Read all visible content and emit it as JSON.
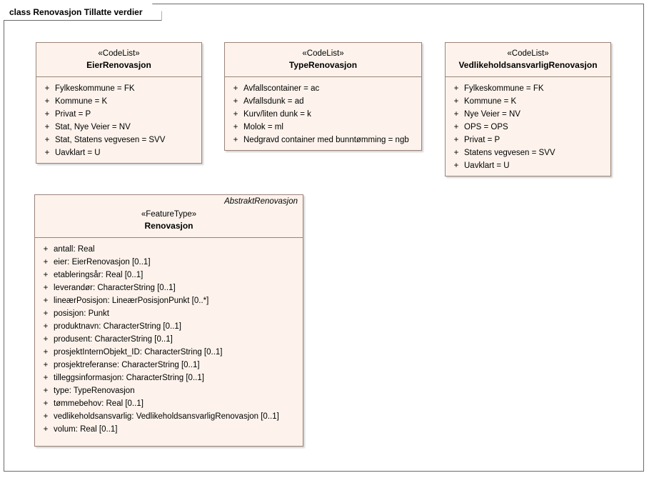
{
  "diagram": {
    "frame_title": "class Renovasjon Tillatte verdier"
  },
  "classes": [
    {
      "id": "eier-renovasjon",
      "stereotype": "«CodeList»",
      "name": "EierRenovasjon",
      "abstract_label": "",
      "attributes": [
        {
          "visibility": "+",
          "text": "Fylkeskommune = FK"
        },
        {
          "visibility": "+",
          "text": "Kommune = K"
        },
        {
          "visibility": "+",
          "text": "Privat = P"
        },
        {
          "visibility": "+",
          "text": "Stat, Nye Veier = NV"
        },
        {
          "visibility": "+",
          "text": "Stat, Statens vegvesen = SVV"
        },
        {
          "visibility": "+",
          "text": "Uavklart = U"
        }
      ]
    },
    {
      "id": "type-renovasjon",
      "stereotype": "«CodeList»",
      "name": "TypeRenovasjon",
      "abstract_label": "",
      "attributes": [
        {
          "visibility": "+",
          "text": "Avfallscontainer = ac"
        },
        {
          "visibility": "+",
          "text": "Avfallsdunk = ad"
        },
        {
          "visibility": "+",
          "text": "Kurv/liten dunk = k"
        },
        {
          "visibility": "+",
          "text": "Molok = ml"
        },
        {
          "visibility": "+",
          "text": "Nedgravd container med bunntømming = ngb"
        }
      ]
    },
    {
      "id": "vedlikeholdsansvarlig-renovasjon",
      "stereotype": "«CodeList»",
      "name": "VedlikeholdsansvarligRenovasjon",
      "abstract_label": "",
      "attributes": [
        {
          "visibility": "+",
          "text": "Fylkeskommune = FK"
        },
        {
          "visibility": "+",
          "text": "Kommune = K"
        },
        {
          "visibility": "+",
          "text": "Nye Veier = NV"
        },
        {
          "visibility": "+",
          "text": "OPS = OPS"
        },
        {
          "visibility": "+",
          "text": "Privat = P"
        },
        {
          "visibility": "+",
          "text": "Statens vegvesen = SVV"
        },
        {
          "visibility": "+",
          "text": "Uavklart = U"
        }
      ]
    },
    {
      "id": "renovasjon",
      "stereotype": "«FeatureType»",
      "name": "Renovasjon",
      "abstract_label": "AbstraktRenovasjon",
      "attributes": [
        {
          "visibility": "+",
          "text": "antall: Real"
        },
        {
          "visibility": "+",
          "text": "eier: EierRenovasjon [0..1]"
        },
        {
          "visibility": "+",
          "text": "etableringsår: Real [0..1]"
        },
        {
          "visibility": "+",
          "text": "leverandør: CharacterString [0..1]"
        },
        {
          "visibility": "+",
          "text": "lineærPosisjon: LineærPosisjonPunkt [0..*]"
        },
        {
          "visibility": "+",
          "text": "posisjon: Punkt"
        },
        {
          "visibility": "+",
          "text": "produktnavn: CharacterString [0..1]"
        },
        {
          "visibility": "+",
          "text": "produsent: CharacterString [0..1]"
        },
        {
          "visibility": "+",
          "text": "prosjektInternObjekt_ID: CharacterString [0..1]"
        },
        {
          "visibility": "+",
          "text": "prosjektreferanse: CharacterString [0..1]"
        },
        {
          "visibility": "+",
          "text": "tilleggsinformasjon: CharacterString [0..1]"
        },
        {
          "visibility": "+",
          "text": "type: TypeRenovasjon"
        },
        {
          "visibility": "+",
          "text": "tømmebehov: Real [0..1]"
        },
        {
          "visibility": "+",
          "text": "vedlikeholdsansvarlig: VedlikeholdsansvarligRenovasjon [0..1]"
        },
        {
          "visibility": "+",
          "text": "volum: Real [0..1]"
        }
      ]
    }
  ],
  "colors": {
    "box_fill": "#fdf3ec",
    "box_border": "#9a8478",
    "frame_border": "#6a6a6a",
    "page_background": "#ffffff"
  }
}
